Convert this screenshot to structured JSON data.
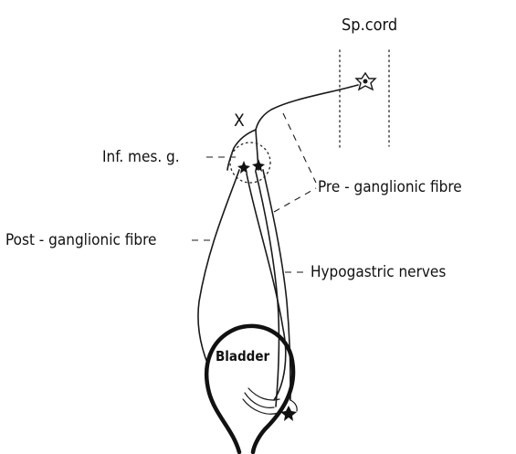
{
  "labels": {
    "spinal_cord": "Sp.cord",
    "inf_mes_g": "Inf. mes. g.",
    "x_mark": "X",
    "pre_ganglionic": "Pre - ganglionic fibre",
    "post_ganglionic": "Post - ganglionic fibre",
    "hypogastric": "Hypogastric nerves",
    "bladder": "Bladder"
  }
}
